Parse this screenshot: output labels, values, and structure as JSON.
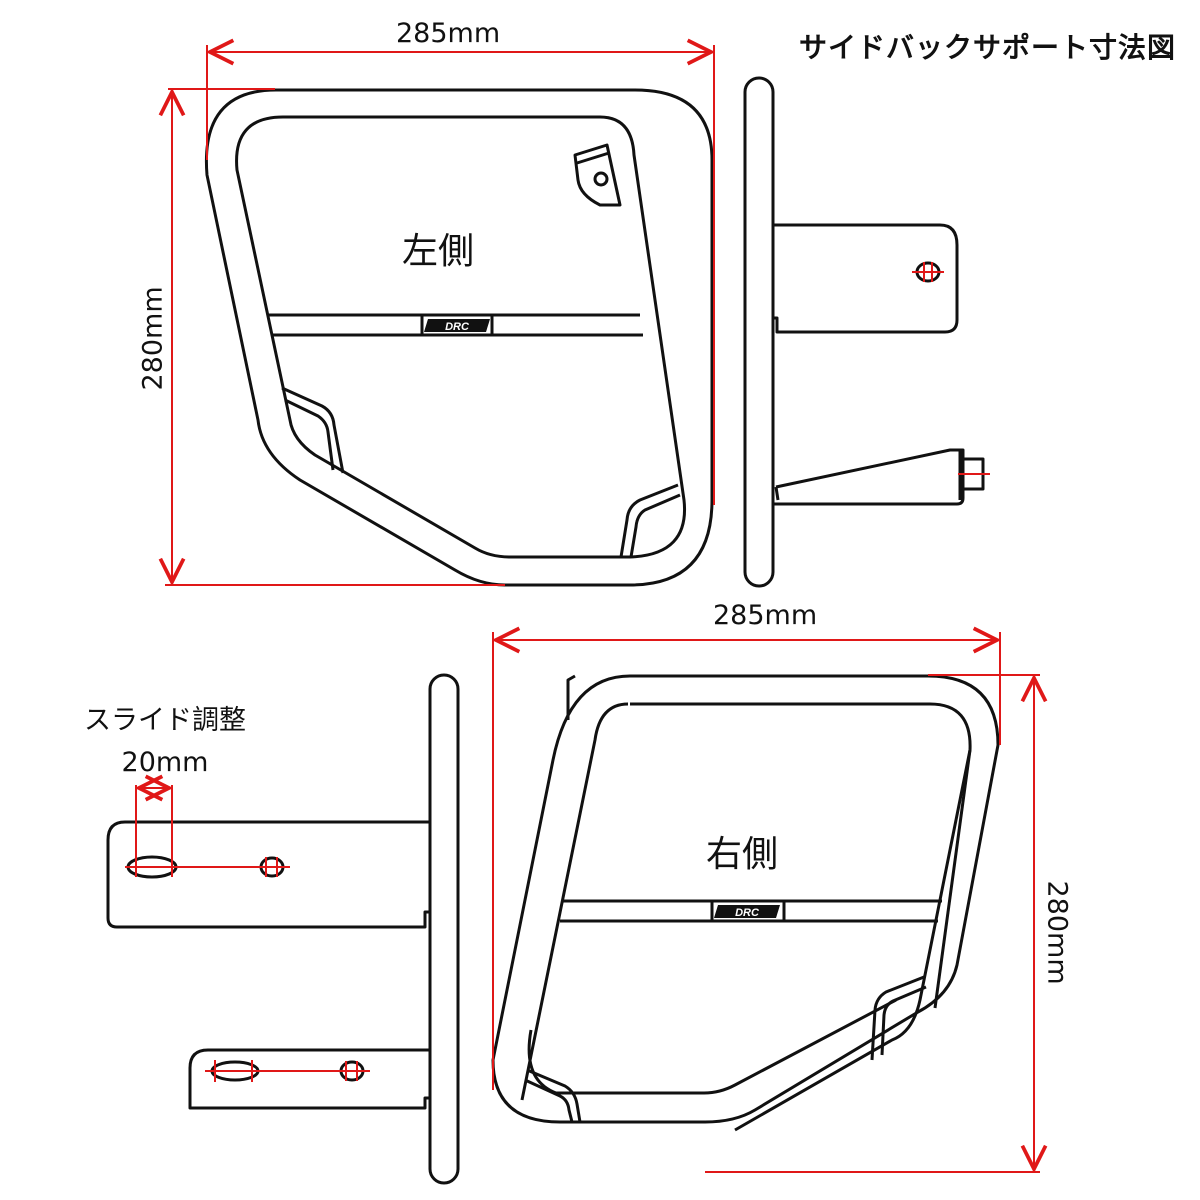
{
  "title": "サイドバックサポート寸法図",
  "colors": {
    "line": "#111111",
    "dimension": "#e01818",
    "background": "#ffffff"
  },
  "left_view": {
    "label": "左側",
    "width_dim": "285mm",
    "height_dim": "280mm",
    "logo": "DRC"
  },
  "right_view": {
    "label": "右側",
    "width_dim": "285mm",
    "height_dim": "280mm",
    "logo": "DRC"
  },
  "mount_view": {
    "slide_label": "スライド調整",
    "slide_dim": "20mm"
  }
}
